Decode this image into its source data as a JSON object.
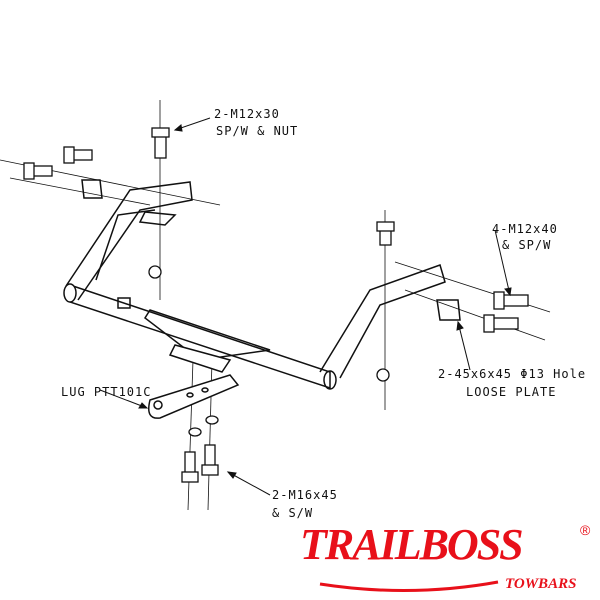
{
  "labels": {
    "top_bolt_qty": "2-M12x30",
    "top_bolt_extra": "SP/W & NUT",
    "right_bolt_qty": "4-M12x40",
    "right_bolt_extra": "& SP/W",
    "plate_qty": "2-45x6x45  Φ13 Hole",
    "plate_name": "LOOSE PLATE",
    "lug": "LUG PTT101C",
    "lug_bolt_qty": "2-M16x45",
    "lug_bolt_extra": "& S/W"
  },
  "logo": {
    "brand": "TRAILBOSS",
    "sub": "TOWBARS",
    "registered": "®",
    "color": "#e8101a"
  }
}
